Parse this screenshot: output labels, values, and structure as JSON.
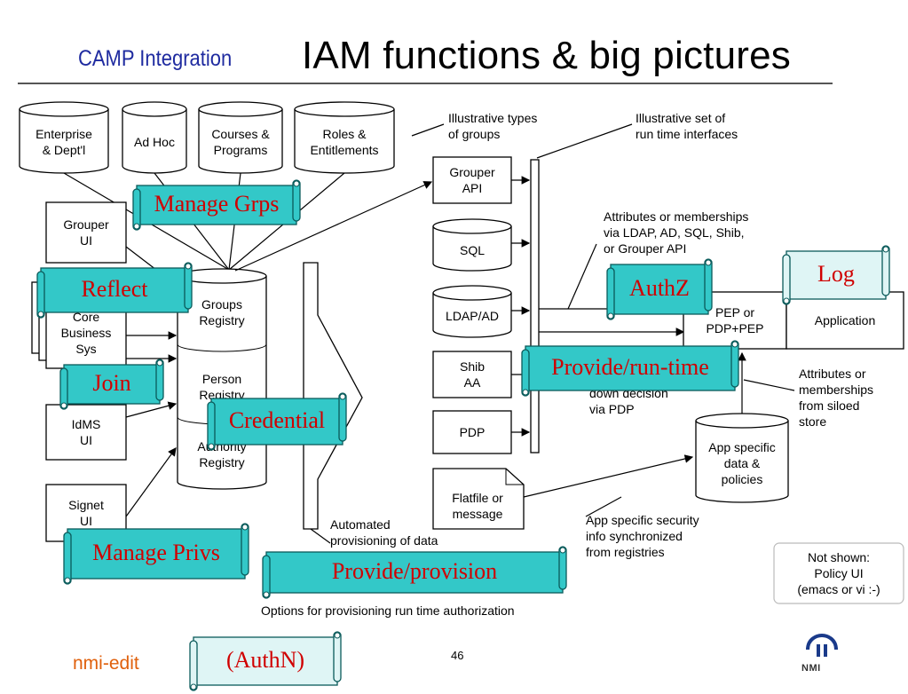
{
  "header": {
    "title": "IAM functions & big pictures",
    "subtitle": "CAMP Integration"
  },
  "diagram": {
    "group_types": [
      "Enterprise\n& Dept'l",
      "Ad Hoc",
      "Courses &\nPrograms",
      "Roles &\nEntitlements"
    ],
    "illustrative_groups_note": "Illustrative types\nof groups",
    "illustrative_interfaces_note": "Illustrative set of\nrun time interfaces",
    "ui_boxes": [
      "Grouper\nUI",
      "Core\nBusiness\nSys",
      "IdMS\nUI",
      "Signet\nUI"
    ],
    "registries": [
      "Groups\nRegistry",
      "Person\nRegistry",
      "Authority\nRegistry"
    ],
    "interfaces": [
      "Grouper\nAPI",
      "SQL",
      "LDAP/AD",
      "Shib\nAA",
      "PDP",
      "Flatfile or\nmessage"
    ],
    "attributes_note": "Attributes or memberships\nvia LDAP, AD, SQL, Shib,\nor Grouper API",
    "pep_box": "PEP or\nPDP+PEP",
    "application_box": "Application",
    "pdp_note": "down decision\nvia PDP",
    "siloed_note": "Attributes or\nmemberships\nfrom siloed\nstore",
    "app_store": "App specific\ndata &\npolicies",
    "sync_note": "App specific security\ninfo synchronized\nfrom registries",
    "automated_note": "Automated\nprovisioning of data",
    "caption": "Options for provisioning run time authorization",
    "not_shown": "Not shown:\nPolicy UI\n(emacs or vi :-)"
  },
  "scrolls": [
    "Manage Grps",
    "Reflect",
    "Join",
    "Credential",
    "Manage Privs",
    "Provide/provision",
    "AuthZ",
    "Log",
    "Provide/run-time",
    "(AuthN)"
  ],
  "footer": {
    "left": "nmi-edit",
    "page": "46",
    "logo": "NMI"
  },
  "colors": {
    "scroll_fill": "#33c8c8",
    "scroll_fill_light": "#dff5f5",
    "scroll_text": "#d00000",
    "subtitle": "#1f2ba0",
    "footer": "#e0600c"
  }
}
